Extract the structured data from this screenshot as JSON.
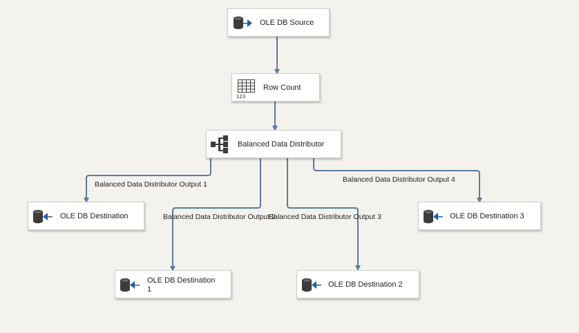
{
  "colors": {
    "canvas": "#f4f2ec",
    "connector": "#5b7aa3",
    "icon_dark": "#3c3c3c",
    "arrow_blue": "#1f5fa8"
  },
  "components": {
    "ole_db_source": {
      "label": "OLE DB Source",
      "icon": "ole-db-source-icon"
    },
    "row_count": {
      "label": "Row Count",
      "icon": "row-count-icon",
      "icon_text": "123"
    },
    "balanced_data_distributor": {
      "label": "Balanced Data Distributor",
      "icon": "distributor-icon"
    },
    "ole_db_destination": {
      "label": "OLE DB Destination",
      "icon": "ole-db-destination-icon"
    },
    "ole_db_destination_1": {
      "label": "OLE DB Destination\n1",
      "icon": "ole-db-destination-icon"
    },
    "ole_db_destination_2": {
      "label": "OLE DB Destination 2",
      "icon": "ole-db-destination-icon"
    },
    "ole_db_destination_3": {
      "label": "OLE DB Destination 3",
      "icon": "ole-db-destination-icon"
    }
  },
  "path_labels": {
    "output_1": "Balanced Data Distributor Output 1",
    "output_2": "Balanced Data Distributor Output 2",
    "output_3": "Balanced Data Distributor Output 3",
    "output_4": "Balanced Data Distributor Output 4"
  }
}
